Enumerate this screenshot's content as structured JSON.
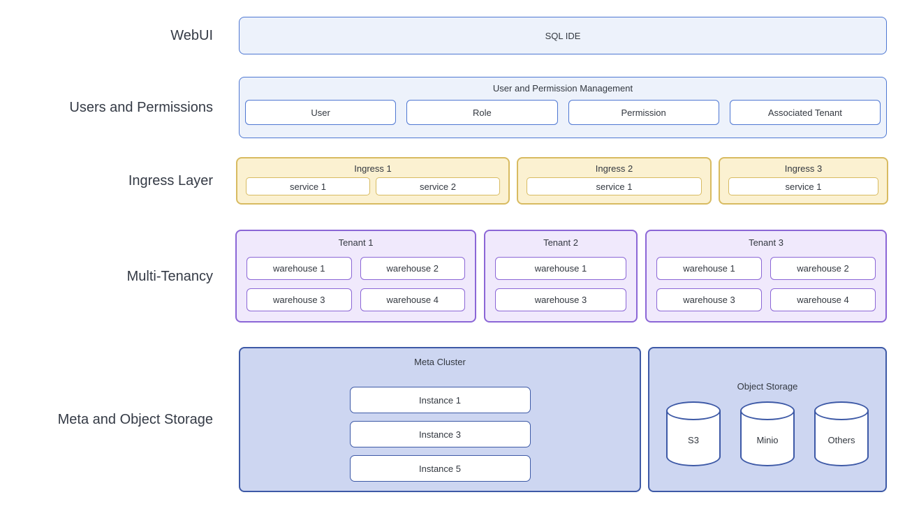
{
  "labels": {
    "webui": "WebUI",
    "users_permissions": "Users and Permissions",
    "ingress_layer": "Ingress Layer",
    "multi_tenancy": "Multi-Tenancy",
    "meta_object_storage": "Meta and Object Storage"
  },
  "webui": {
    "sql_ide": "SQL IDE"
  },
  "users": {
    "title": "User and Permission Management",
    "items": [
      "User",
      "Role",
      "Permission",
      "Associated Tenant"
    ]
  },
  "ingress": {
    "groups": [
      {
        "title": "Ingress 1",
        "services": [
          "service 1",
          "service 2"
        ]
      },
      {
        "title": "Ingress 2",
        "services": [
          "service 1"
        ]
      },
      {
        "title": "Ingress 3",
        "services": [
          "service 1"
        ]
      }
    ]
  },
  "tenants": [
    {
      "title": "Tenant 1",
      "warehouses": [
        "warehouse 1",
        "warehouse 2",
        "warehouse 3",
        "warehouse 4"
      ]
    },
    {
      "title": "Tenant 2",
      "warehouses": [
        "warehouse 1",
        "warehouse 3"
      ]
    },
    {
      "title": "Tenant 3",
      "warehouses": [
        "warehouse 1",
        "warehouse 2",
        "warehouse 3",
        "warehouse 4"
      ]
    }
  ],
  "meta_cluster": {
    "title": "Meta Cluster",
    "instances": [
      "Instance 1",
      "Instance 3",
      "Instance 5"
    ]
  },
  "object_storage": {
    "title": "Object Storage",
    "stores": [
      "S3",
      "Minio",
      "Others"
    ]
  },
  "colors": {
    "blue_fill": "#EDF2FB",
    "blue_border": "#4E77D2",
    "yellow_fill": "#FBF1D1",
    "yellow_border": "#D8BB61",
    "purple_fill": "#F0E9FC",
    "purple_border": "#8B66D6",
    "periwinkle_fill": "#CDD6F1",
    "navy_border": "#3D59A6",
    "text": "#32373f"
  }
}
